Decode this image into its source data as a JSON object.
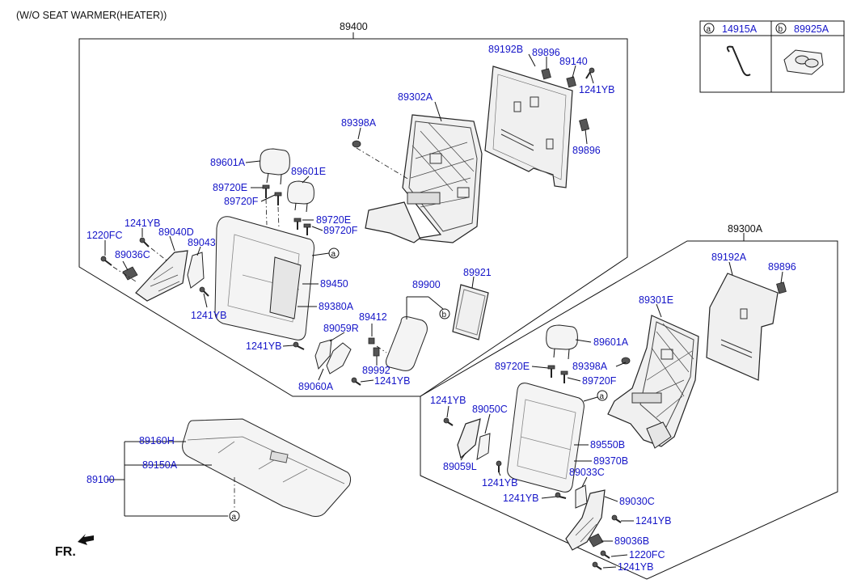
{
  "note": "(W/O SEAT WARMER(HEATER))",
  "front_marker": "FR.",
  "legend": {
    "a_letter": "a",
    "a_part": "14915A",
    "b_letter": "b",
    "b_part": "89925A"
  },
  "callout_letters": {
    "a": "a",
    "b": "b"
  },
  "assemblies": {
    "left_back": "89400",
    "right_back": "89300A",
    "cushion": "89100"
  },
  "labels": {
    "p89192B": "89192B",
    "p89896_a": "89896",
    "p89140": "89140",
    "p1241YB_a": "1241YB",
    "p89302A": "89302A",
    "p89398A_a": "89398A",
    "p89896_b": "89896",
    "p89601A_a": "89601A",
    "p89601E": "89601E",
    "p89720E_a": "89720E",
    "p89720F_a": "89720F",
    "p89720E_b": "89720E",
    "p89720F_b": "89720F",
    "p1241YB_b": "1241YB",
    "p1220FC_a": "1220FC",
    "p89040D": "89040D",
    "p89043": "89043",
    "p89036C": "89036C",
    "p89450": "89450",
    "p89380A": "89380A",
    "p1241YB_c": "1241YB",
    "p89900": "89900",
    "p89921": "89921",
    "p89412": "89412",
    "p89059R": "89059R",
    "p1241YB_d": "1241YB",
    "p89992": "89992",
    "p1241YB_e": "1241YB",
    "p89060A": "89060A",
    "p89192A": "89192A",
    "p89896_c": "89896",
    "p89301E": "89301E",
    "p89601A_b": "89601A",
    "p89720E_c": "89720E",
    "p89398A_b": "89398A",
    "p89720F_c": "89720F",
    "p1241YB_f": "1241YB",
    "p89050C": "89050C",
    "p89550B": "89550B",
    "p89370B": "89370B",
    "p89059L": "89059L",
    "p1241YB_g": "1241YB",
    "p89033C": "89033C",
    "p1241YB_h": "1241YB",
    "p89030C": "89030C",
    "p1241YB_i": "1241YB",
    "p89036B": "89036B",
    "p1220FC_b": "1220FC",
    "p1241YB_j": "1241YB",
    "p89160H": "89160H",
    "p89150A": "89150A"
  }
}
